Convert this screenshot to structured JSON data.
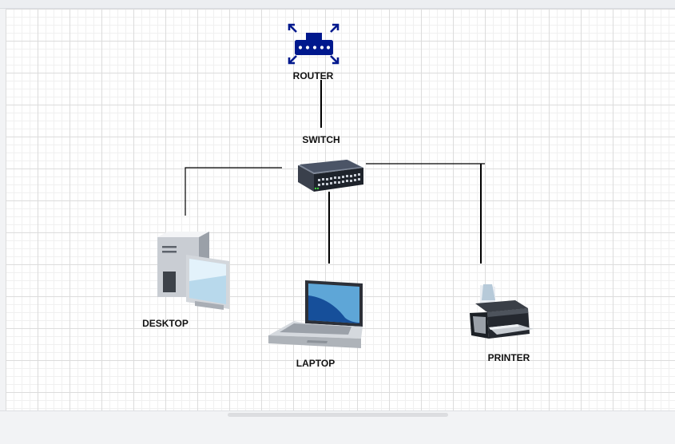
{
  "diagram": {
    "nodes": {
      "router": {
        "label": "ROUTER",
        "icon": "router-icon",
        "color": "#00188d"
      },
      "switch": {
        "label": "SWITCH",
        "icon": "network-switch-icon"
      },
      "desktop": {
        "label": "DESKTOP",
        "icon": "desktop-computer-icon"
      },
      "laptop": {
        "label": "LAPTOP",
        "icon": "laptop-icon"
      },
      "printer": {
        "label": "PRINTER",
        "icon": "printer-icon"
      }
    },
    "connections": [
      {
        "from": "router",
        "to": "switch"
      },
      {
        "from": "switch",
        "to": "desktop"
      },
      {
        "from": "switch",
        "to": "laptop"
      },
      {
        "from": "switch",
        "to": "printer"
      }
    ]
  }
}
